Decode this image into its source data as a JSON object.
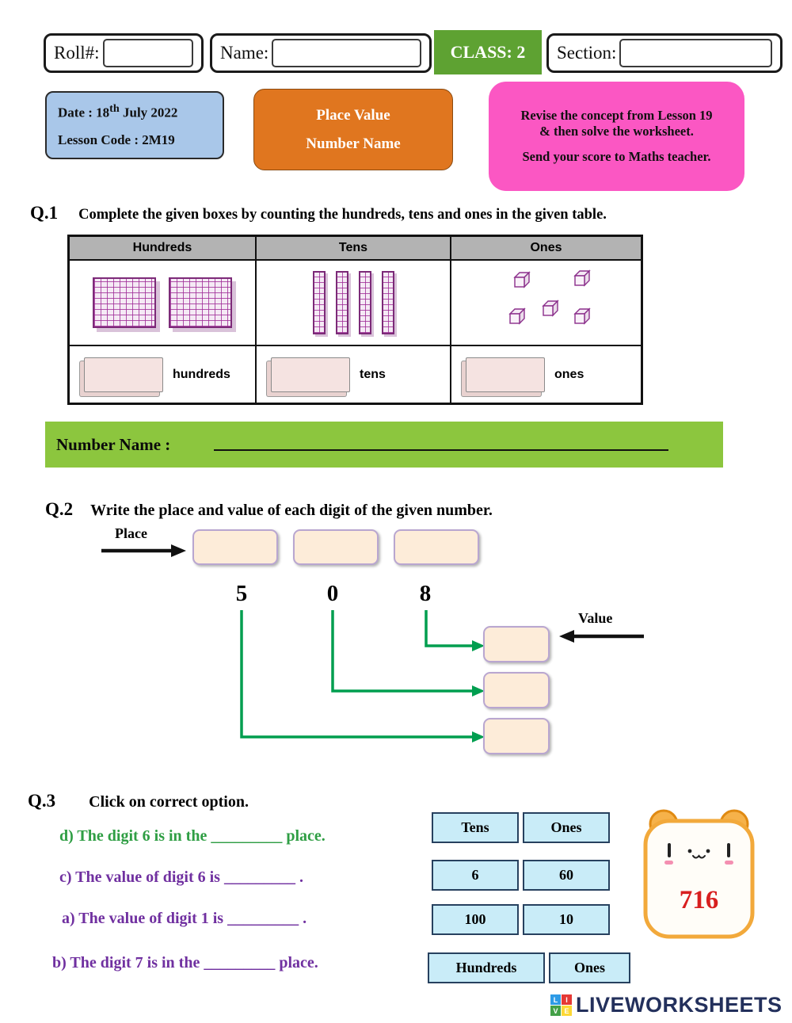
{
  "colors": {
    "class_badge_bg": "#5ea232",
    "date_box_bg": "#a9c7e9",
    "title_box_bg": "#e0761f",
    "note_box_bg": "#fb57c3",
    "number_name_bar_bg": "#8cc63e",
    "block_purple": "#7c2a78",
    "green_arrow": "#009e4f",
    "question_green": "#2f9e44",
    "question_purple": "#7030a0",
    "option_btn_bg": "#c9ecf8",
    "mascot_number_red": "#d81f1f"
  },
  "header": {
    "roll_label": "Roll#:",
    "name_label": "Name:",
    "class_badge": "CLASS: 2",
    "section_label": "Section:"
  },
  "info": {
    "date_prefix": "Date : 18",
    "date_sup": "th",
    "date_rest": " July 2022",
    "lesson_line": "Lesson Code : 2M19",
    "title_line1": "Place Value",
    "title_line2": "Number Name",
    "note_line1": "Revise the concept from Lesson 19",
    "note_line2": "& then solve the worksheet.",
    "note_line3": "Send your score to Maths teacher."
  },
  "q1": {
    "label": "Q.1",
    "instruction": "Complete the given boxes by counting the hundreds, tens and ones in the given table.",
    "col_headers": [
      "Hundreds",
      "Tens",
      "Ones"
    ],
    "block_counts": {
      "hundreds": 2,
      "tens": 4,
      "ones": 5
    },
    "answer_labels": [
      "hundreds",
      "tens",
      "ones"
    ]
  },
  "number_name": {
    "label": "Number Name :"
  },
  "q2": {
    "label": "Q.2",
    "instruction": "Write the place and value of each digit of the given number.",
    "place_label": "Place",
    "value_label": "Value",
    "digits": [
      "5",
      "0",
      "8"
    ]
  },
  "q3": {
    "label": "Q.3",
    "instruction": "Click on correct option.",
    "questions": [
      {
        "text": "d) The digit 6 is in the _________ place."
      },
      {
        "text": "c) The value of digit 6 is  _________ ."
      },
      {
        "text": "a) The value of digit 1 is _________  ."
      },
      {
        "text": "b) The digit 7 is in the _________ place."
      }
    ],
    "option_rows": [
      [
        "Tens",
        "Ones"
      ],
      [
        "6",
        "60"
      ],
      [
        "100",
        "10"
      ],
      [
        "Hundreds",
        "Ones"
      ]
    ],
    "mascot_number": "716"
  },
  "footer": {
    "brand": "LIVEWORKSHEETS",
    "logo_letters": [
      "L",
      "I",
      "V",
      "E"
    ]
  }
}
